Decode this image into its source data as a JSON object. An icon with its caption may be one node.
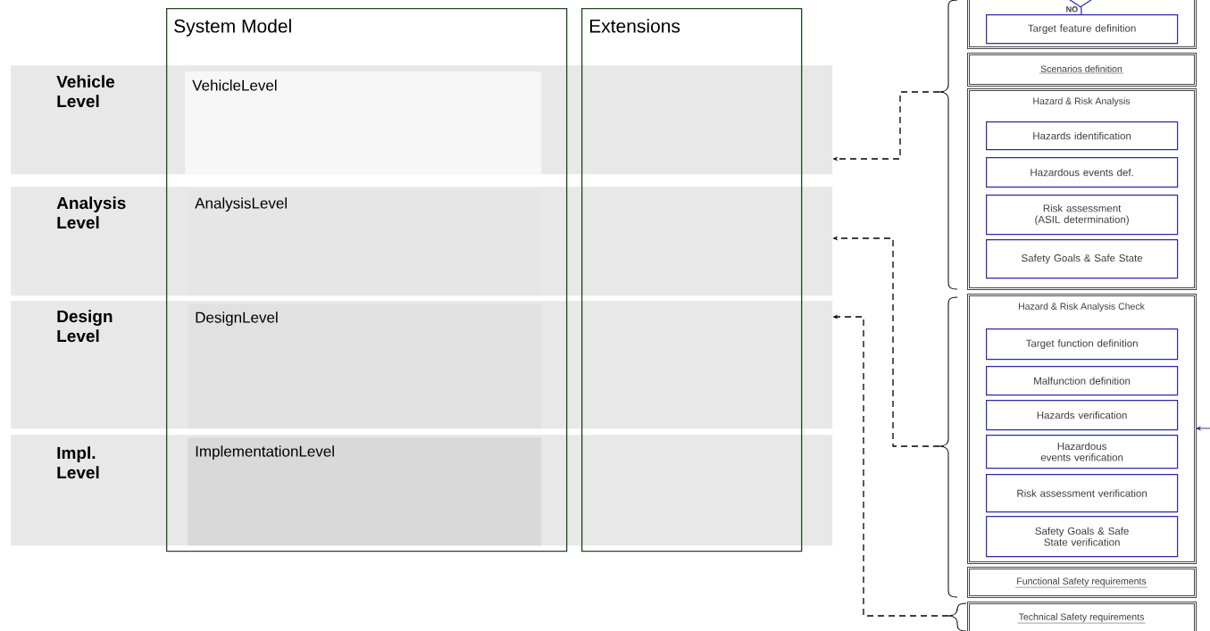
{
  "diagram": {
    "nodes": [
      {
        "text": [
          "System Model"
        ]
      },
      {
        "text": [
          "Extensions"
        ]
      },
      {
        "text": [
          "Vehicle Level"
        ]
      },
      {
        "text": [
          "Analysis Level"
        ]
      },
      {
        "text": [
          "Design Level"
        ]
      },
      {
        "text": [
          "Impl. Level"
        ]
      },
      {
        "text": [
          "VehicleLevel"
        ]
      },
      {
        "text": [
          "AnalysisLevel"
        ]
      },
      {
        "text": [
          "DesignLevel"
        ]
      },
      {
        "text": [
          "ImplementationLevel"
        ]
      },
      {
        "text": [],
        "shape": "box"
      },
      {
        "text": [],
        "shape": "diamond"
      },
      {
        "text": [
          "Target feature definition"
        ],
        "in": 10
      },
      {
        "text": [
          "Scenarios definition"
        ]
      },
      {
        "text": [
          "Hazard & Risk Analysis"
        ]
      },
      {
        "text": [
          "Hazards identification"
        ],
        "in": 14
      },
      {
        "text": [
          "Hazardous events def."
        ],
        "in": 14
      },
      {
        "text": [
          "Risk assessment (ASIL determination)"
        ],
        "in": 14
      },
      {
        "text": [
          "Safety Goals & Safe State"
        ],
        "in": 14
      },
      {
        "text": [
          "Hazard & Risk Analysis Check"
        ]
      },
      {
        "text": [
          "Target function definition"
        ],
        "in": 19
      },
      {
        "text": [
          "Malfunction definition"
        ],
        "in": 19
      },
      {
        "text": [
          "Hazards verification"
        ],
        "in": 19
      },
      {
        "text": [
          "Hazardous events verification"
        ],
        "in": 19
      },
      {
        "text": [
          "Risk assessment verification"
        ],
        "in": 19
      },
      {
        "text": [
          "Safety Goals & Safe State verification"
        ],
        "in": 19
      },
      {
        "text": [
          "Functional Safety requirements"
        ]
      },
      {
        "text": [
          "Technical Safety requirements"
        ]
      },
      {
        "text": [],
        "shape": "brace"
      },
      {
        "text": [],
        "shape": "brace"
      },
      {
        "text": [],
        "shape": "brace"
      }
    ],
    "edges": [
      {
        "from": 28,
        "to": 2,
        "arrow": "to",
        "style": "dashed"
      },
      {
        "from": 29,
        "to": 3,
        "arrow": "to",
        "style": "dashed"
      },
      {
        "from": 30,
        "to": 4,
        "arrow": "to",
        "style": "dashed"
      },
      {
        "from": null,
        "to": 19,
        "arrow": "to",
        "color": "#1a237e"
      },
      {
        "from": 11,
        "to": 12,
        "arrow": "none",
        "label": "NO",
        "color": "#2a2aa8"
      }
    ]
  }
}
